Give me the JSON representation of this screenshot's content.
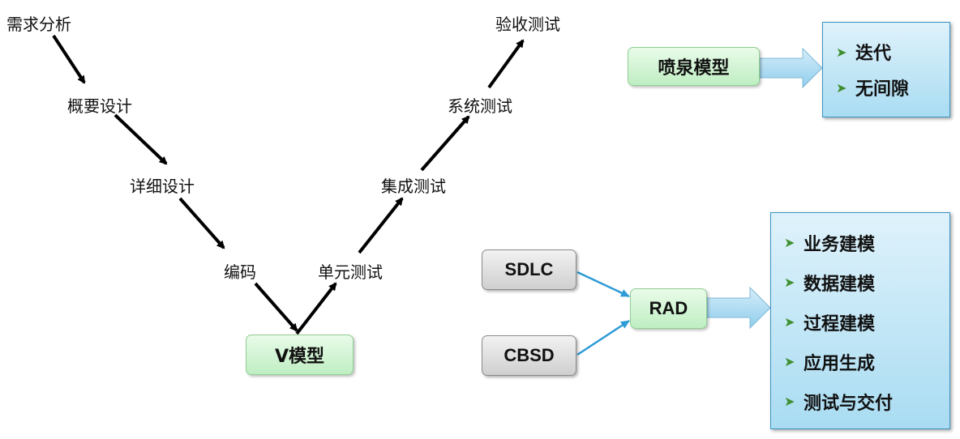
{
  "v_model": {
    "steps_left": [
      "需求分析",
      "概要设计",
      "详细设计",
      "编码"
    ],
    "steps_right": [
      "单元测试",
      "集成测试",
      "系统测试",
      "验收测试"
    ],
    "label": "V模型"
  },
  "fountain": {
    "label": "喷泉模型",
    "items": [
      "迭代",
      "无间隙"
    ]
  },
  "rad": {
    "inputs": [
      "SDLC",
      "CBSD"
    ],
    "label": "RAD",
    "items": [
      "业务建模",
      "数据建模",
      "过程建模",
      "应用生成",
      "测试与交付"
    ]
  },
  "colors": {
    "arrow": "#000000",
    "connector": "#2e9bd6",
    "list_bg": "#bfe6f7",
    "node_green": "#ccf2cc"
  }
}
